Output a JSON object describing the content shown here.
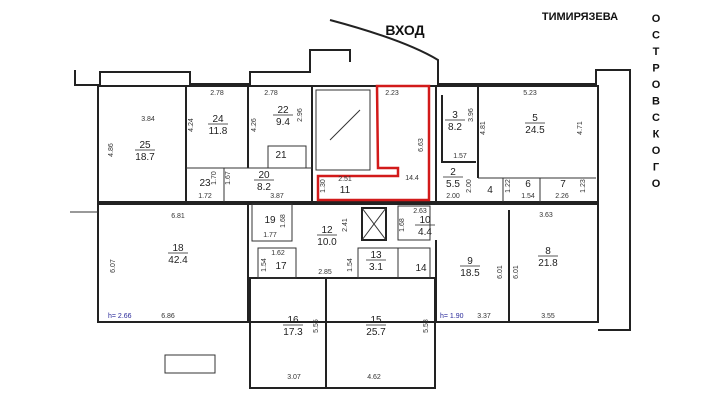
{
  "labels": {
    "entrance": "ВХОД",
    "street_top": "ТИМИРЯЗЕВА",
    "street_side": "ОСТРОВСКОГО",
    "ceiling_left": "h= 2.66",
    "ceiling_right": "h= 1.90"
  },
  "highlight_color": "#d21a1a",
  "rooms": [
    {
      "number": "25",
      "area": "18.7",
      "dims": [
        "3.84",
        "4.86"
      ]
    },
    {
      "number": "24",
      "area": "11.8",
      "dims": [
        "2.78",
        "4.24"
      ]
    },
    {
      "number": "22",
      "area": "9.4",
      "dims": [
        "2.78",
        "4.26",
        "2.96"
      ]
    },
    {
      "number": "21",
      "area": "",
      "dims": []
    },
    {
      "number": "23",
      "area": "",
      "dims": [
        "1.70",
        "1.72"
      ]
    },
    {
      "number": "20",
      "area": "8.2",
      "dims": [
        "1.67",
        "3.87"
      ]
    },
    {
      "number": "11",
      "area": "",
      "dims": [
        "2.51",
        "1.30",
        "2.23",
        "6.63",
        "14.4"
      ]
    },
    {
      "number": "3",
      "area": "8.2",
      "dims": [
        "3.96",
        "1.57"
      ]
    },
    {
      "number": "5",
      "area": "24.5",
      "dims": [
        "5.23",
        "4.81",
        "4.71"
      ]
    },
    {
      "number": "2",
      "area": "5.5",
      "dims": [
        "2.00",
        "2.00"
      ]
    },
    {
      "number": "4",
      "area": "",
      "dims": []
    },
    {
      "number": "6",
      "area": "",
      "dims": [
        "1.22",
        "1.54"
      ]
    },
    {
      "number": "7",
      "area": "",
      "dims": [
        "2.26",
        "1.23"
      ]
    },
    {
      "number": "18",
      "area": "42.4",
      "dims": [
        "6.81",
        "6.07",
        "6.86"
      ]
    },
    {
      "number": "19",
      "area": "",
      "dims": [
        "1.68",
        "1.77"
      ]
    },
    {
      "number": "12",
      "area": "10.0",
      "dims": [
        "2.41",
        "2.85",
        "1.54"
      ]
    },
    {
      "number": "17",
      "area": "",
      "dims": [
        "1.62",
        "1.54"
      ]
    },
    {
      "number": "13",
      "area": "3.1",
      "dims": []
    },
    {
      "number": "14",
      "area": "",
      "dims": []
    },
    {
      "number": "10",
      "area": "4.4",
      "dims": [
        "2.63",
        "1.68"
      ]
    },
    {
      "number": "16",
      "area": "17.3",
      "dims": [
        "5.55",
        "3.07"
      ]
    },
    {
      "number": "15",
      "area": "25.7",
      "dims": [
        "5.58",
        "4.62"
      ]
    },
    {
      "number": "9",
      "area": "18.5",
      "dims": [
        "6.01",
        "3.37"
      ]
    },
    {
      "number": "8",
      "area": "21.8",
      "dims": [
        "3.63",
        "6.01",
        "3.55"
      ]
    }
  ]
}
